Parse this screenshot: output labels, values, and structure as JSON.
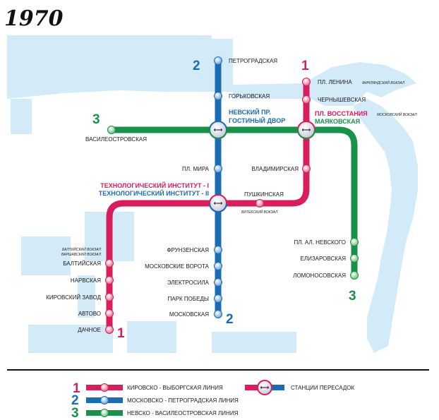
{
  "year": "1970",
  "colors": {
    "red": "#d81e5b",
    "blue": "#1c6cb4",
    "green": "#1a9148",
    "water": "#d3ebf8"
  },
  "line_numbers": {
    "red": "1",
    "blue": "2",
    "green": "3"
  },
  "stations": {
    "petrogradskaya": "ПЕТРОГРАДСКАЯ",
    "gorkovskaya": "ГОРЬКОВСКАЯ",
    "nevsky_1": "НЕВСКИЙ ПР.",
    "nevsky_2": "ГОСТИНЫЙ ДВОР",
    "ploshchad_mira": "ПЛ. МИРА",
    "frunzenskaya": "ФРУНЗЕНСКАЯ",
    "moskovskie_vorota": "МОСКОВСКИЕ ВОРОТА",
    "elektrosila": "ЭЛЕКТРОСИЛА",
    "park_pobedy": "ПАРК ПОБЕДЫ",
    "moskovskaya": "МОСКОВСКАЯ",
    "pl_lenina": "ПЛ. ЛЕНИНА",
    "finlyandsky": "ФИНЛЯНДСКИЙ ВОКЗАЛ",
    "chernyshevskaya": "ЧЕРНЫШЕВСКАЯ",
    "pl_vosstaniya": "ПЛ. ВОССТАНИЯ",
    "mayakovskaya": "МАЯКОВСКАЯ",
    "moskovsky_vokzal": "МОСКОВСКИЙ ВОКЗАЛ",
    "vladimirskaya": "ВЛАДИМИРСКАЯ",
    "pushkinskaya": "ПУШКИНСКАЯ",
    "vitebsky": "ВИТЕБСКИЙ ВОКЗАЛ",
    "tech_1": "ТЕХНОЛОГИЧЕСКИЙ ИНСТИТУТ - I",
    "tech_2": "ТЕХНОЛОГИЧЕСКИЙ ИНСТИТУТ - II",
    "baltiysky": "БАЛТИЙСКИЙ ВОКЗАЛ",
    "varshavsky": "ВАРШАВСКИЙ ВОКЗАЛ",
    "baltiyskaya": "БАЛТИЙСКАЯ",
    "narvskaya": "НАРВСКАЯ",
    "kirovsky_zavod": "КИРОВСКИЙ ЗАВОД",
    "avtovo": "АВТОВО",
    "dachnoe": "ДАЧНОЕ",
    "vasileostrovskaya": "ВАСИЛЕОСТРОВСКАЯ",
    "pl_al_nevskogo": "ПЛ. АЛ. НЕВСКОГО",
    "elizarovskaya": "ЕЛИЗАРОВСКАЯ",
    "lomonosovskaya": "ЛОМОНОСОВСКАЯ"
  },
  "legend": {
    "red": "КИРОВСКО - ВЫБОРГСКАЯ ЛИНИЯ",
    "blue": "МОСКОВСКО - ПЕТРОГРАДСКАЯ ЛИНИЯ",
    "green": "НЕВСКО - ВАСИЛЕОСТРОВСКАЯ ЛИНИЯ",
    "transfer": "СТАНЦИИ ПЕРЕСАДОК"
  }
}
